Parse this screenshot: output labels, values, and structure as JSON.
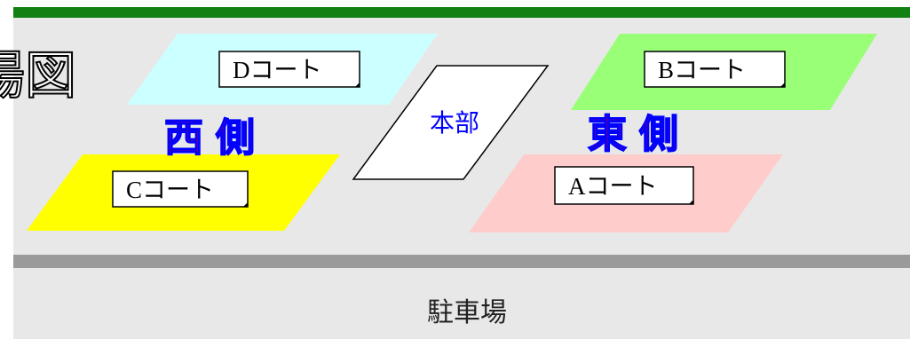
{
  "colors": {
    "top_bar": "#138013",
    "background": "#e8e8e8",
    "divider": "#9a9a9a",
    "court_d": "#ccffff",
    "court_b": "#99ff77",
    "court_c": "#ffff00",
    "court_a": "#ffcccc",
    "honbu_fill": "#ffffff",
    "side_text": "#0000ff",
    "side_text_fill": "#cc0033"
  },
  "title_fragment": "場図",
  "courts": {
    "d": "Dコート",
    "b": "Bコート",
    "c": "Cコート",
    "a": "Aコート"
  },
  "headquarters": "本部",
  "sides": {
    "west": "西側",
    "east": "東側"
  },
  "parking": "駐車場"
}
